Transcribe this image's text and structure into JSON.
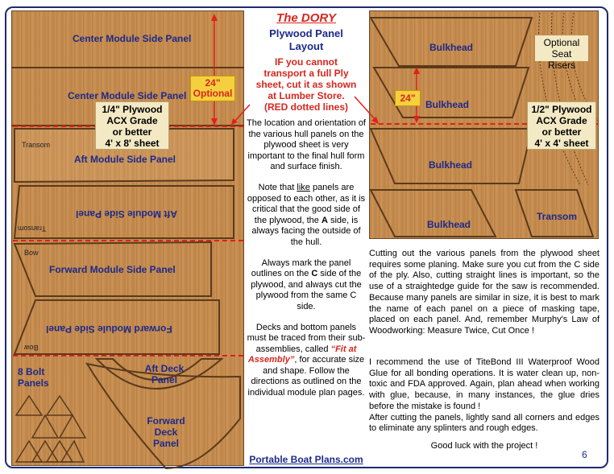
{
  "left_sheet": {
    "panels": {
      "center1": "Center Module Side Panel",
      "center2": "Center Module Side Panel",
      "aft1": "Aft Module Side Panel",
      "aft2": "Aft Module Side Panel",
      "fwd1": "Forward Module Side Panel",
      "fwd2": "Forward Module Side Panel",
      "bolt": "8 Bolt Panels",
      "aftdeck": "Aft Deck Panel",
      "fwddeck": "Forward Deck Panel"
    },
    "small_labels": {
      "transom1": "Transom",
      "transom2": "Transom",
      "bow1": "Bow",
      "bow2": "Bow"
    },
    "dimension": "24\" Optional",
    "ply_note": [
      "1/4\" Plywood",
      "ACX Grade",
      "or better",
      "4' x 8' sheet"
    ]
  },
  "center": {
    "title": "The DORY",
    "subtitle": [
      "Plywood Panel",
      "Layout"
    ],
    "red_note": [
      "IF you cannot",
      "transport a full Ply",
      "sheet, cut it as shown",
      "at Lumber Store.",
      "(RED dotted lines)"
    ],
    "p1": "The location and orientation of the various hull panels on the plywood sheet is very important to the final hull form and surface finish.",
    "p2_a": "Note that ",
    "p2_like": "like",
    "p2_b": " panels are opposed to each other, as it is critical that the good side of the plywood, the ",
    "p2_A": "A",
    "p2_c": " side, is always facing the outside of the hull.",
    "p3_a": "Always mark the panel outlines on the ",
    "p3_C": "C",
    "p3_b": " side of the plywood, and always cut the plywood from the same C side.",
    "p4_a": "Decks and bottom panels must be traced from their sub-assemblies, called ",
    "p4_fit": "“Fit at Assembly”",
    "p4_b": ", for accurate size and shape. Follow the directions as outlined on the individual module plan pages.",
    "link": "Portable Boat Plans.com"
  },
  "right_sheet": {
    "panels": {
      "b1": "Bulkhead",
      "b2": "Bulkhead",
      "b3": "Bulkhead",
      "b4": "Bulkhead",
      "transom": "Transom"
    },
    "risers": [
      "Optional",
      "Seat Risers"
    ],
    "dimension": "24\"",
    "ply_note": [
      "1/2\" Plywood",
      "ACX Grade",
      "or better",
      "4' x 4' sheet"
    ]
  },
  "right_text": {
    "p1": "Cutting out the various panels from the plywood sheet requires some planing. Make sure you cut from the C side of the ply. Also, cutting straight lines is important, so the use of a straightedge guide for the saw is recommended.  Because many panels are similar in size, it is best to mark the name of each panel on a piece of masking tape, placed on each panel. And, remember Murphy's Law of Woodworking: Measure Twice, Cut Once !",
    "p2": "I recommend the use of TiteBond III Waterproof Wood Glue for all bonding operations. It is water clean up, non-toxic and FDA approved.   Again, plan ahead when working with glue, because, in many instances, the glue dries before the mistake is found !",
    "p3": "After cutting the panels, lightly sand all corners and edges to eliminate any splinters and rough edges.",
    "p4": "Good luck with the project !"
  },
  "page_number": "6"
}
